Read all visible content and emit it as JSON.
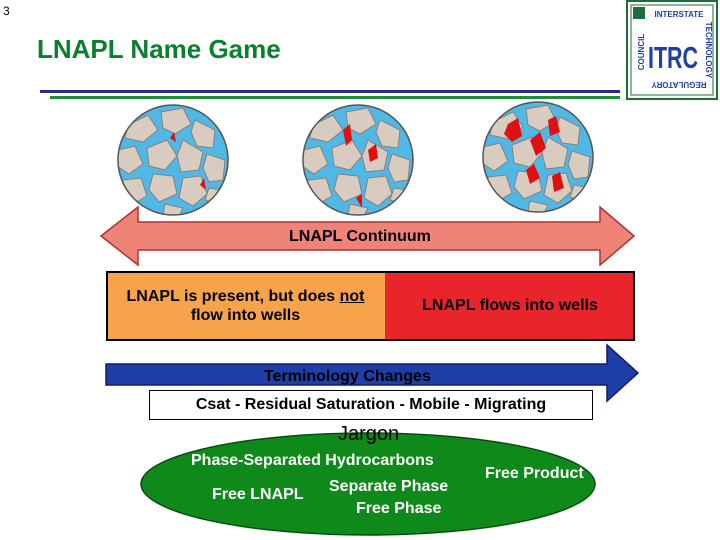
{
  "slide": {
    "number": "3",
    "title": "LNAPL Name Game"
  },
  "logo": {
    "name": "ITRC",
    "top_text": "INTERSTATE",
    "right_text": "TECHNOLOGY",
    "bottom_text": "REGULATORY",
    "left_text": "COUNCIL"
  },
  "colors": {
    "title_green": "#0a7f2e",
    "continuum_arrow": "#f08378",
    "orange_box": "#f7a34b",
    "red_box": "#e8252b",
    "blue_arrow": "#1f3ea8",
    "jargon_ellipse": "#0f8a1a",
    "pore_water": "#4fb8e6",
    "grain": "#d8ccc0",
    "lnapl": "#e01010"
  },
  "pore_diagrams": [
    {
      "name": "low-saturation",
      "lnapl_level": "low"
    },
    {
      "name": "medium-saturation",
      "lnapl_level": "medium"
    },
    {
      "name": "high-saturation",
      "lnapl_level": "high"
    }
  ],
  "continuum": {
    "label": "LNAPL Continuum"
  },
  "boxes": {
    "left": {
      "line1": "LNAPL is present, but does ",
      "emphasis": "not",
      "line2": "flow into wells"
    },
    "right": {
      "text": "LNAPL flows into wells"
    }
  },
  "terminology": {
    "label": "Terminology Changes",
    "sequence": "Csat - Residual Saturation - Mobile - Migrating"
  },
  "jargon": {
    "label": "Jargon",
    "terms": {
      "phase_separated": "Phase-Separated Hydrocarbons",
      "free_lnapl": "Free LNAPL",
      "separate_phase": "Separate Phase",
      "free_phase": "Free Phase",
      "free_product": "Free Product"
    }
  }
}
